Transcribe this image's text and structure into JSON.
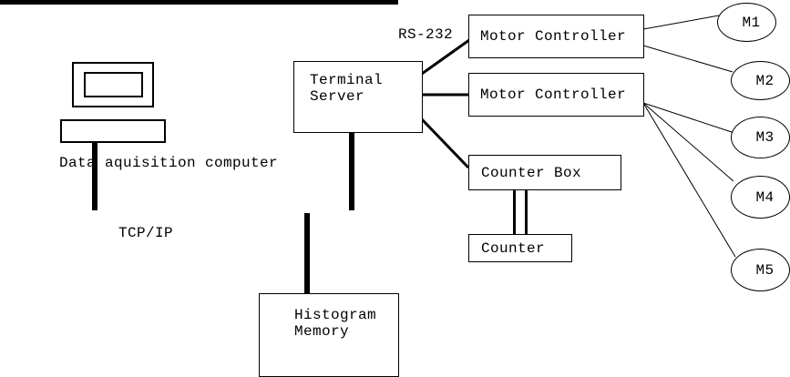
{
  "diagram": {
    "computer": {
      "label": "Data aquisition computer"
    },
    "network": {
      "bus_label": "TCP/IP",
      "serial_label": "RS-232"
    },
    "terminal_server": {
      "line1": "Terminal",
      "line2": "Server"
    },
    "motor_controller_1": {
      "label": "Motor Controller"
    },
    "motor_controller_2": {
      "label": "Motor Controller"
    },
    "counter_box": {
      "label": "Counter Box"
    },
    "counter": {
      "label": "Counter"
    },
    "histogram_memory": {
      "line1": "Histogram",
      "line2": "Memory"
    },
    "motors": [
      {
        "label": "M1"
      },
      {
        "label": "M2"
      },
      {
        "label": "M3"
      },
      {
        "label": "M4"
      },
      {
        "label": "M5"
      }
    ],
    "colors": {
      "line": "#000000",
      "background": "#ffffff"
    }
  }
}
